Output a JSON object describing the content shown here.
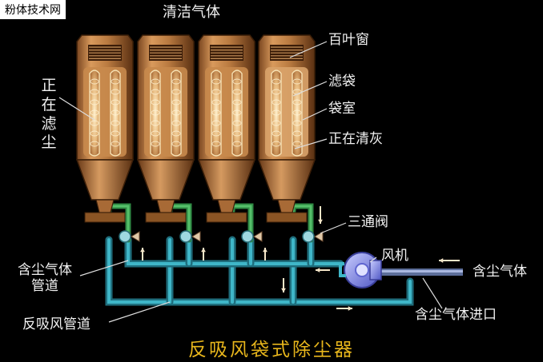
{
  "watermark": "粉体技术网",
  "title_top": "清洁气体",
  "caption": "反吸风袋式除尘器",
  "labels": {
    "louver": "百叶窗",
    "filter_bag": "滤袋",
    "bag_chamber": "袋室",
    "cleaning": "正在清灰",
    "filtering_vertical": "正在滤尘",
    "three_way_valve": "三通阀",
    "fan": "风机",
    "dusty_gas_right": "含尘气体",
    "dusty_gas_pipe": "含尘气体\n管道",
    "reverse_air_pipe": "反吸风管道",
    "dusty_gas_inlet": "含尘气体进口"
  },
  "colors": {
    "background": "#000000",
    "chamber": "#c98a4e",
    "chamber_dark": "#6a3a18",
    "bag_glow": "#f6d9a0",
    "pipe_teal": "#2f9fb0",
    "pipe_green": "#3da055",
    "fan_blue": "#7e86e8",
    "arrow": "#f5e6c8",
    "caption": "#e8b61c"
  },
  "chambers": [
    {
      "name": "chamber-1",
      "state": "filtering"
    },
    {
      "name": "chamber-2",
      "state": "filtering"
    },
    {
      "name": "chamber-3",
      "state": "filtering"
    },
    {
      "name": "chamber-4",
      "state": "cleaning"
    }
  ]
}
